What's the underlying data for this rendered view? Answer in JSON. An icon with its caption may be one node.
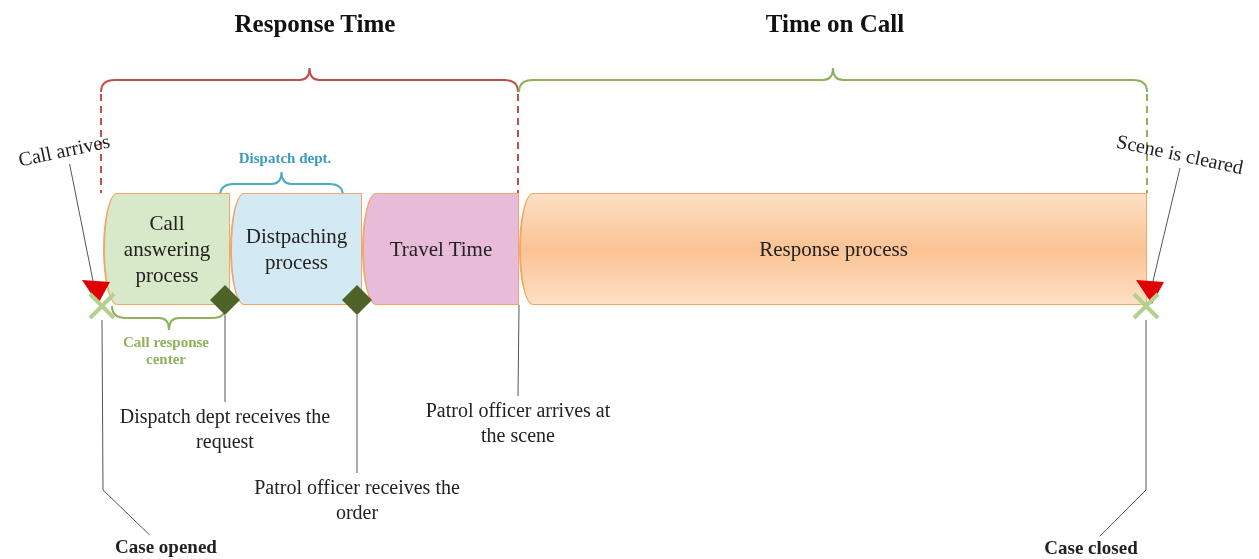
{
  "diagram": {
    "nodes": [
      {
        "text": [
          "Call answering process"
        ]
      },
      {
        "text": [
          "Distpaching process"
        ]
      },
      {
        "text": [
          "Travel Time"
        ]
      },
      {
        "text": [
          "Response process"
        ]
      },
      {
        "text": [
          "Call arrives"
        ]
      },
      {
        "text": [],
        "shape": "triangle"
      },
      {
        "text": [
          "Scene is cleared"
        ]
      },
      {
        "text": [],
        "shape": "triangle"
      },
      {
        "text": [],
        "shape": "diamond"
      },
      {
        "text": [],
        "shape": "diamond"
      },
      {
        "text": [
          "Dispatch dept receives the request"
        ]
      },
      {
        "text": [
          "Patrol officer receives the order"
        ]
      },
      {
        "text": [
          "Patrol officer arrives at the scene"
        ]
      },
      {
        "text": [
          "Case opened"
        ]
      },
      {
        "text": [],
        "shape": "cross"
      },
      {
        "text": [
          "Case closed"
        ]
      },
      {
        "text": [],
        "shape": "cross"
      }
    ],
    "edges": [
      {
        "from": 4,
        "to": 5,
        "arrow": "none"
      },
      {
        "from": 6,
        "to": 7,
        "arrow": "none"
      },
      {
        "from": 10,
        "to": 8,
        "arrow": "none"
      },
      {
        "from": 11,
        "to": 9,
        "arrow": "none"
      },
      {
        "from": 12,
        "to": 2,
        "arrow": "none"
      },
      {
        "from": 13,
        "to": 14,
        "arrow": "none"
      },
      {
        "from": 15,
        "to": 16,
        "arrow": "none"
      }
    ],
    "labels": [
      "Response Time",
      "Time on Call",
      "Dispatch dept.",
      "Call response center"
    ]
  }
}
